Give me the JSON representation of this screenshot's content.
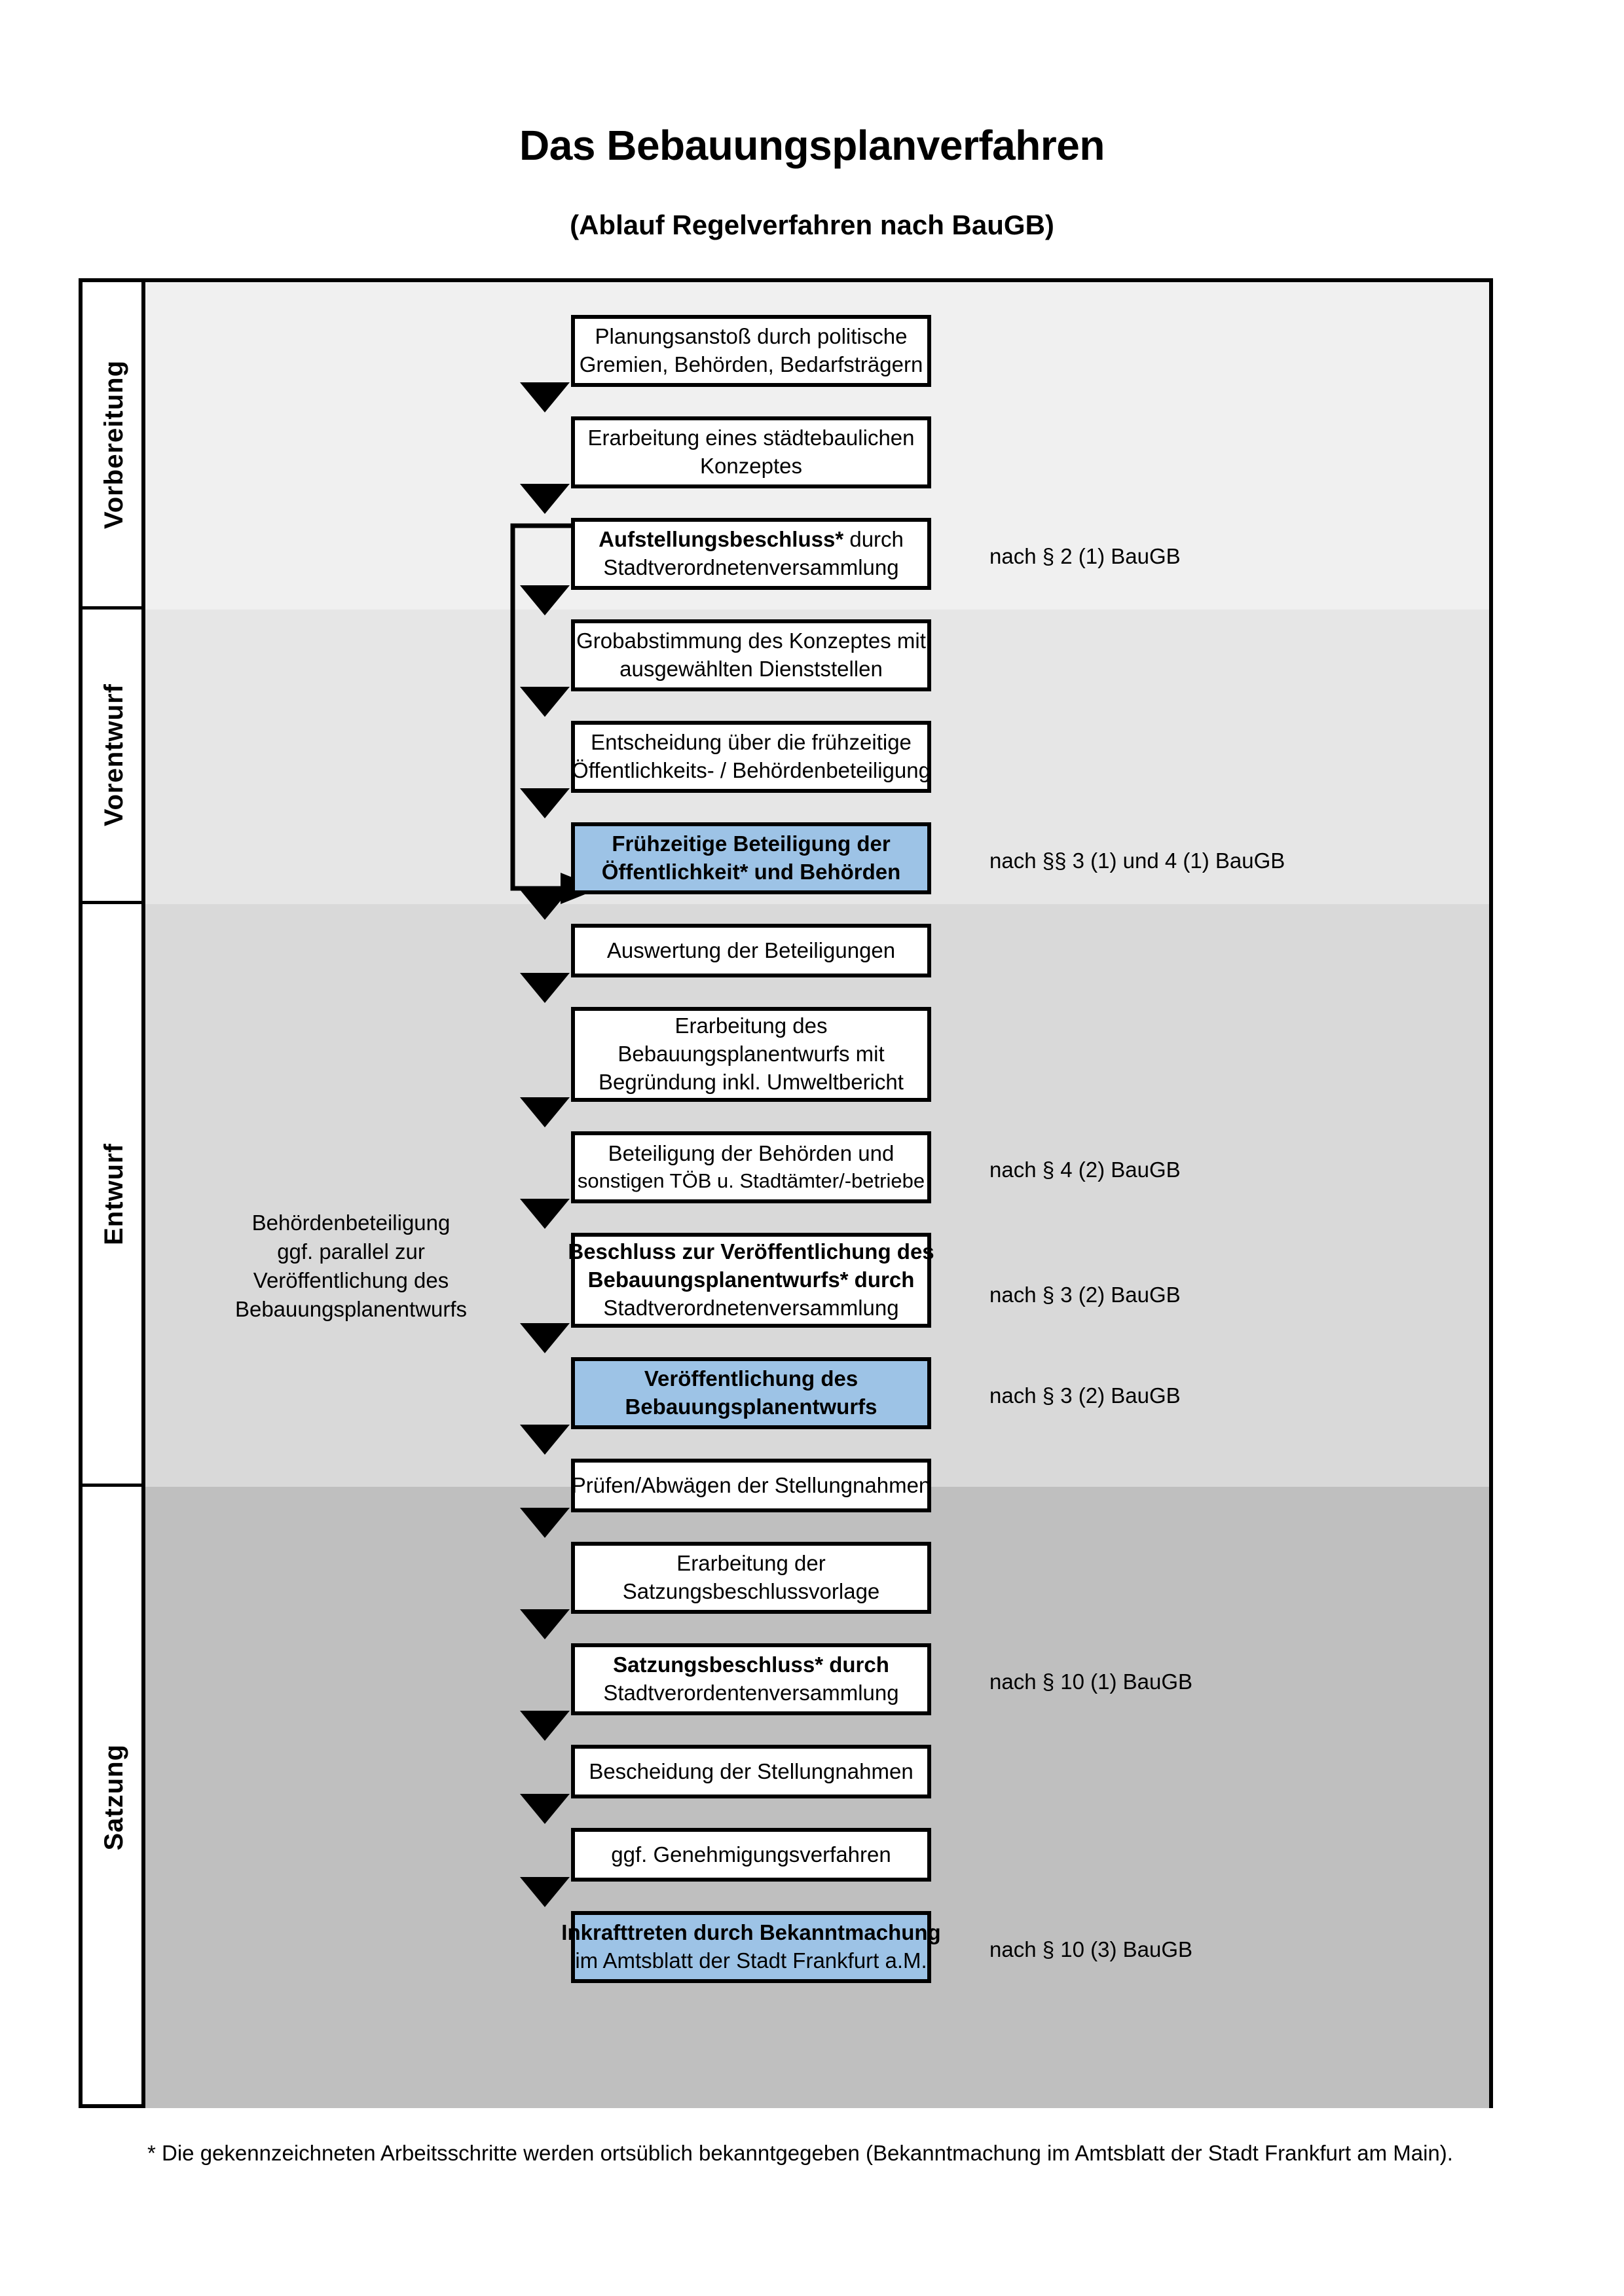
{
  "title": "Das Bebauungsplanverfahren",
  "subtitle": "(Ablauf Regelverfahren nach BauGB)",
  "phases": [
    {
      "label": "Vorbereitung"
    },
    {
      "label": "Vorentwurf"
    },
    {
      "label": "Entwurf"
    },
    {
      "label": "Satzung"
    }
  ],
  "steps": [
    {
      "id": "planungsanstoss",
      "lines": [
        "Planungsanstoß durch politische",
        "Gremien, Behörden, Bedarfsträgern"
      ],
      "highlight": false
    },
    {
      "id": "staedtebauliches-konzept",
      "lines": [
        "Erarbeitung eines städtebaulichen",
        "Konzeptes"
      ],
      "highlight": false
    },
    {
      "id": "aufstellungsbeschluss",
      "lines": [
        "Aufstellungsbeschluss* durch",
        "Stadtverordnetenversammlung"
      ],
      "bold_line": 0,
      "bold_part": "Aufstellungsbeschluss*",
      "rest_part": " durch",
      "highlight": false
    },
    {
      "id": "grobabstimmung",
      "lines": [
        "Grobabstimmung des Konzeptes mit",
        "ausgewählten Dienststellen"
      ],
      "highlight": false
    },
    {
      "id": "entscheidung-fruehzeitige-beteiligung",
      "lines": [
        "Entscheidung über die frühzeitige",
        "Öffentlichkeits- / Behördenbeteiligung"
      ],
      "highlight": false
    },
    {
      "id": "fruehzeitige-beteiligung",
      "lines": [
        "Frühzeitige Beteiligung der",
        "Öffentlichkeit* und Behörden"
      ],
      "highlight": true,
      "bold_all": true
    },
    {
      "id": "auswertung-beteiligungen",
      "lines": [
        "Auswertung der Beteiligungen"
      ],
      "highlight": false
    },
    {
      "id": "erarbeitung-bplan-entwurf",
      "lines": [
        "Erarbeitung des",
        "Bebauungsplanentwurfs mit",
        "Begründung inkl. Umweltbericht"
      ],
      "highlight": false
    },
    {
      "id": "beteiligung-behoerden-toeb",
      "lines": [
        "Beteiligung der Behörden und",
        "sonstigen TÖB u. Stadtämter/-betriebe"
      ],
      "highlight": false
    },
    {
      "id": "beschluss-veroeffentlichung",
      "lines": [
        "Beschluss zur Veröffentlichung des",
        "Bebauungsplanentwurfs* durch",
        "Stadtverordnetenversammlung"
      ],
      "highlight": false,
      "bold_lines": [
        0,
        1
      ]
    },
    {
      "id": "veroeffentlichung-bplan-entwurf",
      "lines": [
        "Veröffentlichung des",
        "Bebauungsplanentwurfs"
      ],
      "highlight": true,
      "bold_all": true
    },
    {
      "id": "pruefen-abwaegen",
      "lines": [
        "Prüfen/Abwägen der Stellungnahmen"
      ],
      "highlight": false
    },
    {
      "id": "erarbeitung-satzungsvorlage",
      "lines": [
        "Erarbeitung der",
        "Satzungsbeschlussvorlage"
      ],
      "highlight": false
    },
    {
      "id": "satzungsbeschluss",
      "lines": [
        "Satzungsbeschluss* durch",
        "Stadtverordentenversammlung"
      ],
      "highlight": false,
      "bold_lines": [
        0
      ]
    },
    {
      "id": "bescheidung-stellungnahmen",
      "lines": [
        "Bescheidung der Stellungnahmen"
      ],
      "highlight": false
    },
    {
      "id": "genehmigungsverfahren",
      "lines": [
        "ggf. Genehmigungsverfahren"
      ],
      "highlight": false
    },
    {
      "id": "inkrafttreten",
      "lines": [
        "Inkrafttreten durch Bekanntmachung",
        "im Amtsblatt der Stadt Frankfurt a.M."
      ],
      "highlight": true,
      "bold_lines": [
        0
      ]
    }
  ],
  "references": [
    {
      "id": "ref-par2-1",
      "text": "nach § 2 (1) BauGB"
    },
    {
      "id": "ref-par3-1-4-1",
      "text": "nach §§ 3 (1) und 4 (1) BauGB"
    },
    {
      "id": "ref-par4-2",
      "text": "nach § 4 (2) BauGB"
    },
    {
      "id": "ref-par3-2-a",
      "text": "nach § 3 (2) BauGB"
    },
    {
      "id": "ref-par3-2-b",
      "text": "nach § 3 (2) BauGB"
    },
    {
      "id": "ref-par10-1",
      "text": "nach § 10 (1) BauGB"
    },
    {
      "id": "ref-par10-3",
      "text": "nach § 10 (3) BauGB"
    }
  ],
  "side_note": {
    "lines": [
      "Behördenbeteiligung",
      "ggf. parallel zur",
      "Veröffentlichung des",
      "Bebauungsplanentwurfs"
    ]
  },
  "footnote": "* Die gekennzeichneten Arbeitsschritte werden ortsüblich bekanntgegeben (Bekanntmachung im Amtsblatt  der Stadt Frankfurt am Main).",
  "colors": {
    "highlight_blue": "#9dc3e6",
    "band_vorbereitung": "#f0f0f0",
    "band_vorentwurf": "#e6e6e6",
    "band_entwurf": "#d9d9d9",
    "band_satzung": "#bfbfbf",
    "outline": "#000000"
  }
}
